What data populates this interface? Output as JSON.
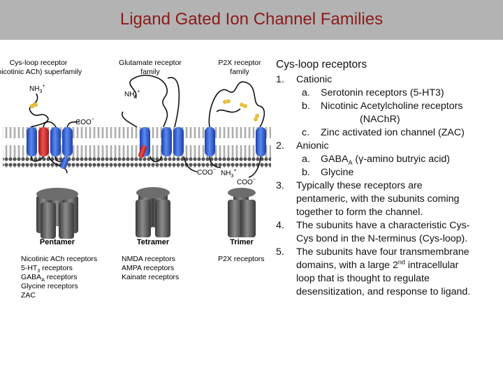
{
  "slide": {
    "title": "Ligand Gated Ion Channel Families"
  },
  "figure": {
    "families": [
      {
        "name_line1": "Cys-loop receptor",
        "name_line2": "(nicotinic ACh) superfamily",
        "arrangement": "Pentamer",
        "members": [
          "Nicotinic ACh receptors",
          "5-HT",
          "3",
          " receptors",
          "GABA",
          "A",
          " receptors",
          "Glycine receptors",
          "ZAC"
        ]
      },
      {
        "name_line1": "Glutamate receptor",
        "name_line2": "family",
        "arrangement": "Tetramer",
        "members": [
          "NMDA receptors",
          "AMPA receptors",
          "Kainate receptors"
        ]
      },
      {
        "name_line1": "P2X receptor",
        "name_line2": "family",
        "arrangement": "Trimer",
        "members": [
          "P2X receptors"
        ]
      }
    ],
    "nh3": "NH",
    "nh3_sub": "3",
    "nh3_sup": "+",
    "coo": "COO",
    "coo_sup": "−",
    "colors": {
      "blue": "#2f5fd0",
      "red": "#d42828",
      "gray": "#5a5a5a",
      "yellow": "#e8c040",
      "membrane": "#555555"
    }
  },
  "panel": {
    "heading": "Cys-loop receptors",
    "items": [
      {
        "num": "1.",
        "text": "Cationic"
      },
      {
        "num": "a.",
        "text": "Serotonin receptors (5-HT3)"
      },
      {
        "num": "b.",
        "text_line1": "Nicotinic Acetylcholine receptors",
        "text_line2": "(NAChR)"
      },
      {
        "num": "c.",
        "text": "Zinc activated ion channel (ZAC)"
      },
      {
        "num": "2.",
        "text": "Anionic"
      },
      {
        "num": "a.",
        "pre": "GABA",
        "sub": "A",
        "post": " (γ-amino butryic acid)"
      },
      {
        "num": "b.",
        "text": "Glycine"
      },
      {
        "num": "3.",
        "lines": [
          "Typically these receptors are",
          "pentameric, with the subunits coming",
          "together to form the channel."
        ]
      },
      {
        "num": "4.",
        "lines": [
          "The subunits have a characteristic Cys-",
          "Cys bond in the N-terminus (Cys-loop)."
        ]
      },
      {
        "num": "5.",
        "line1": "The subunits have four transmembrane",
        "line2_pre": "domains, with a large 2",
        "line2_sup": "nd",
        "line2_post": " intracellular",
        "lines_rest": [
          "loop that is thought to regulate",
          "desensitization, and response to ligand."
        ]
      }
    ]
  }
}
